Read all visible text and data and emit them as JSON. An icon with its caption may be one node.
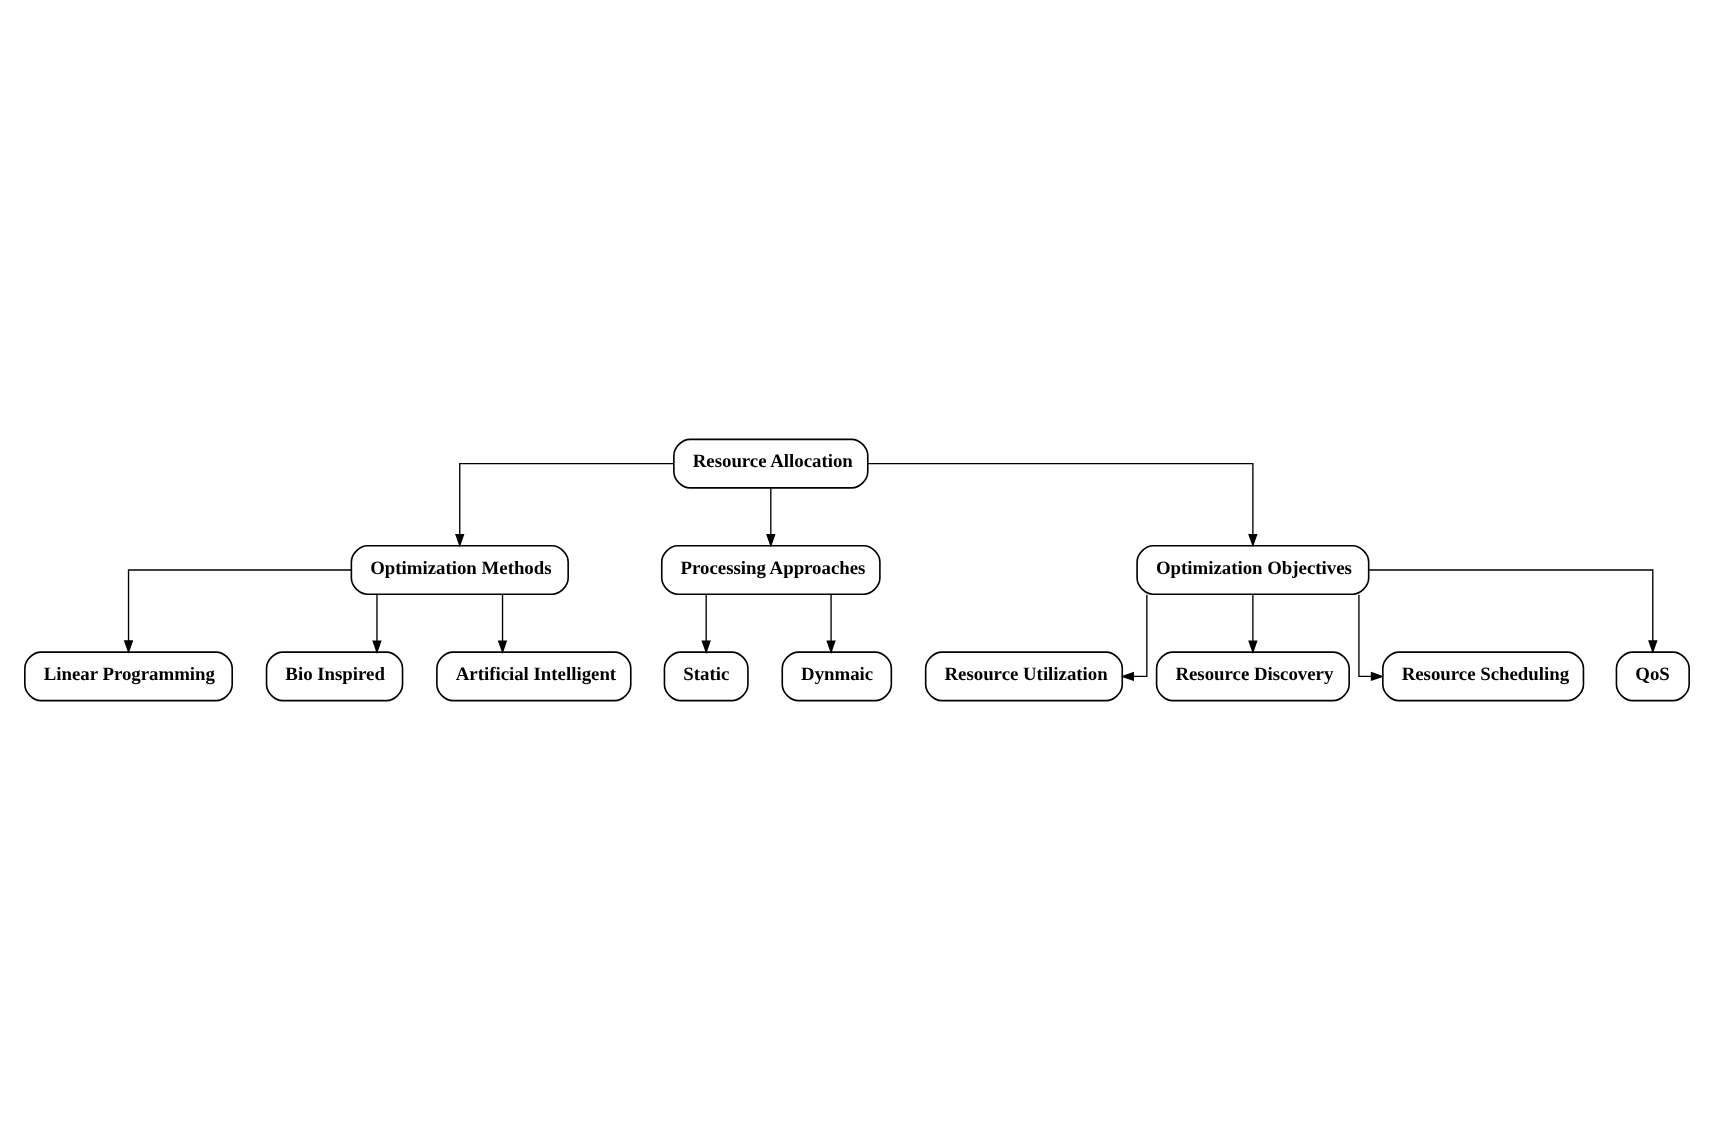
{
  "diagram": {
    "nodes": [
      {
        "text": [
          "Resource Allocation"
        ]
      },
      {
        "text": [
          "Optimization Methods"
        ]
      },
      {
        "text": [
          "Processing Approaches"
        ]
      },
      {
        "text": [
          "Optimization Objectives"
        ]
      },
      {
        "text": [
          "Linear Programming"
        ]
      },
      {
        "text": [
          "Bio Inspired"
        ]
      },
      {
        "text": [
          "Artificial Intelligent"
        ]
      },
      {
        "text": [
          "Static"
        ]
      },
      {
        "text": [
          "Dynmaic"
        ]
      },
      {
        "text": [
          "Resource Utilization"
        ]
      },
      {
        "text": [
          "Resource Discovery"
        ]
      },
      {
        "text": [
          "Resource Scheduling"
        ]
      },
      {
        "text": [
          "QoS"
        ]
      }
    ],
    "edges": [
      {
        "from": 0,
        "to": 1,
        "arrow": "to"
      },
      {
        "from": 0,
        "to": 2,
        "arrow": "to"
      },
      {
        "from": 0,
        "to": 3,
        "arrow": "to"
      },
      {
        "from": 1,
        "to": 4,
        "arrow": "to"
      },
      {
        "from": 1,
        "to": 5,
        "arrow": "to"
      },
      {
        "from": 1,
        "to": 6,
        "arrow": "to"
      },
      {
        "from": 2,
        "to": 7,
        "arrow": "to"
      },
      {
        "from": 2,
        "to": 8,
        "arrow": "to"
      },
      {
        "from": 3,
        "to": 9,
        "arrow": "to"
      },
      {
        "from": 3,
        "to": 10,
        "arrow": "to"
      },
      {
        "from": 3,
        "to": 11,
        "arrow": "to"
      },
      {
        "from": 3,
        "to": 12,
        "arrow": "to"
      }
    ]
  }
}
